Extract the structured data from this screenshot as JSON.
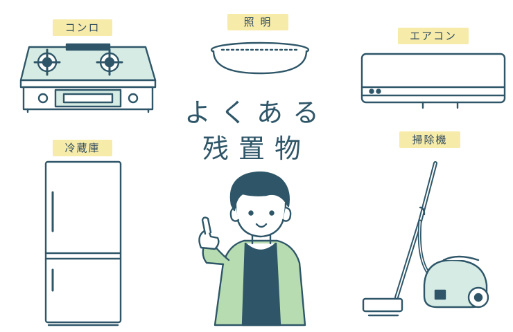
{
  "labels": {
    "stove": "コンロ",
    "light": "照 明",
    "aircon": "エアコン",
    "fridge": "冷蔵庫",
    "vacuum": "掃除機"
  },
  "title": {
    "line1": "よくある",
    "line2": "残置物"
  },
  "colors": {
    "outline": "#2e5668",
    "label_bg": "#f7ebaa",
    "appliance_fill": "#d6ebe4",
    "shirt": "#b8dcb1",
    "tshirt": "#2e5668"
  },
  "icons": [
    "gas-stove-icon",
    "ceiling-light-icon",
    "air-conditioner-icon",
    "refrigerator-icon",
    "vacuum-cleaner-icon",
    "pointing-person-illustration"
  ]
}
